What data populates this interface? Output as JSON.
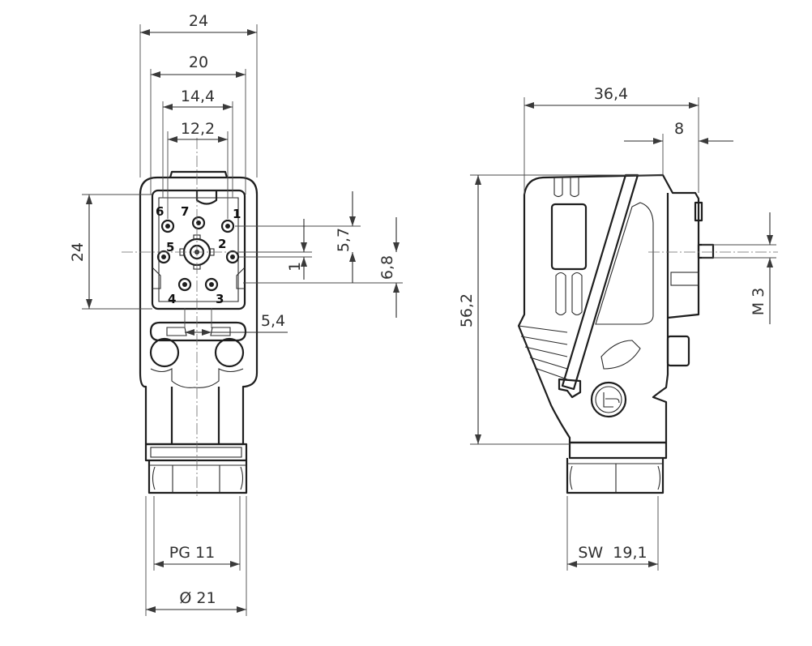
{
  "front_view": {
    "dims": {
      "width_24": "24",
      "width_20": "20",
      "width_14_4": "14,4",
      "width_12_2": "12,2",
      "height_24": "24",
      "v_5_7": "5,7",
      "v_1": "1",
      "v_6_8": "6,8",
      "d_5_4": "5,4",
      "thread": "PG 11",
      "diameter": "Ø 21"
    },
    "pins": [
      "1",
      "2",
      "3",
      "4",
      "5",
      "6",
      "7"
    ]
  },
  "side_view": {
    "dims": {
      "width_36_4": "36,4",
      "width_8": "8",
      "height_56_2": "56,2",
      "screw": "M 3",
      "wrench": "SW  19,1"
    }
  },
  "colors": {
    "line": "#1e1e1e",
    "background": "#ffffff"
  }
}
